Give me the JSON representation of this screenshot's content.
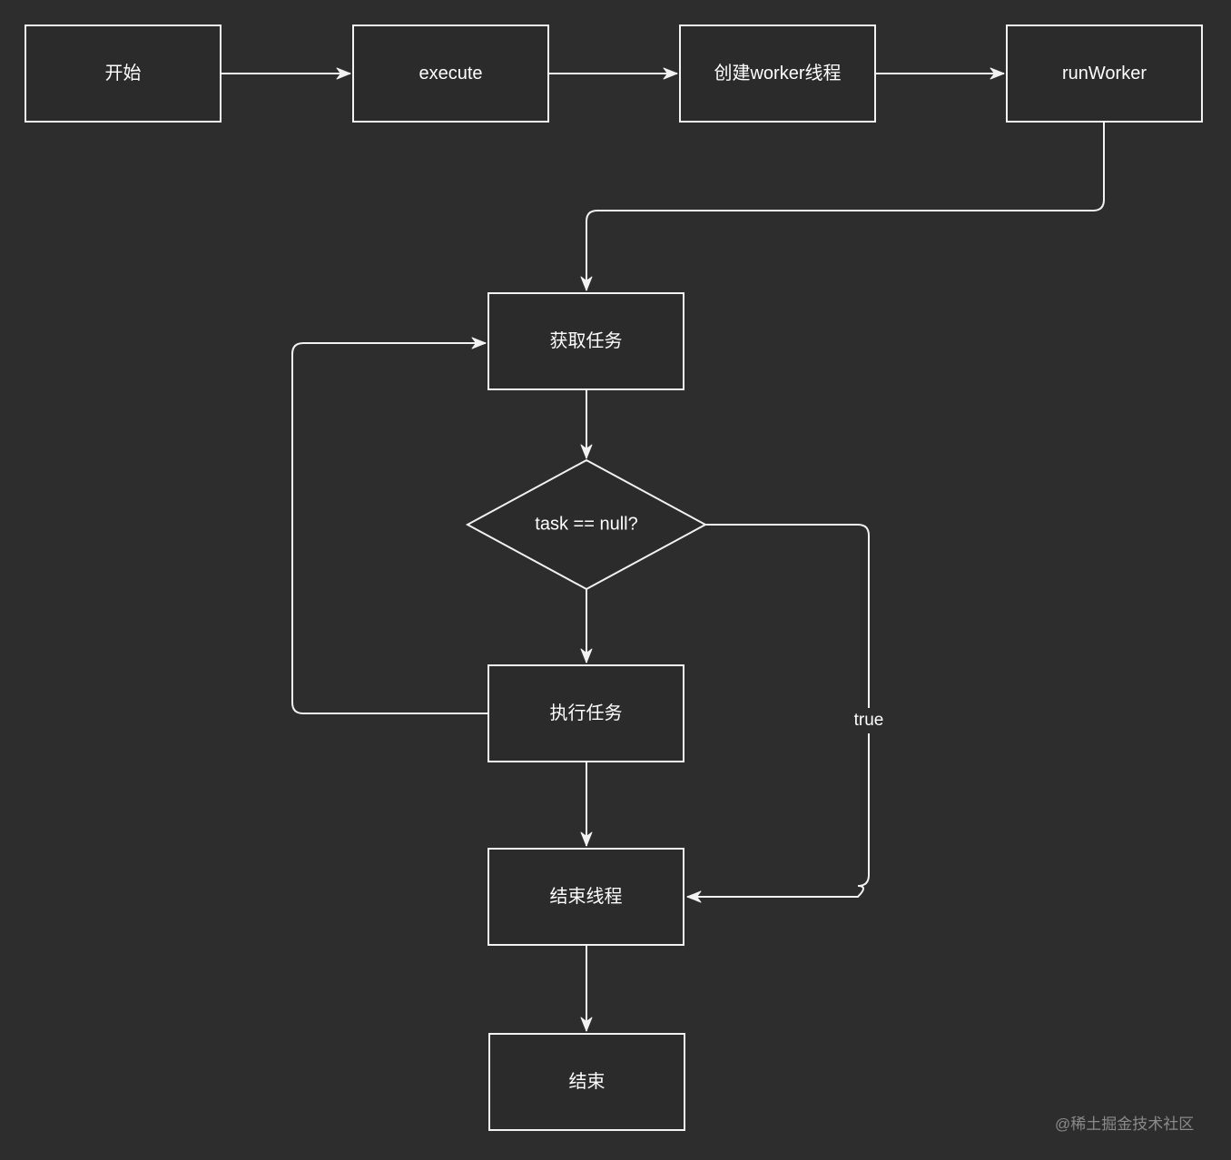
{
  "diagram": {
    "title": "worker thread execution flowchart",
    "nodes": {
      "start": {
        "label": "开始",
        "type": "process"
      },
      "execute": {
        "label": "execute",
        "type": "process"
      },
      "create_worker": {
        "label": "创建worker线程",
        "type": "process"
      },
      "run_worker": {
        "label": "runWorker",
        "type": "process"
      },
      "get_task": {
        "label": "获取任务",
        "type": "process"
      },
      "task_check": {
        "label": "task == null?",
        "type": "decision"
      },
      "run_task": {
        "label": "执行任务",
        "type": "process"
      },
      "end_thread": {
        "label": "结束线程",
        "type": "process"
      },
      "end": {
        "label": "结束",
        "type": "process"
      }
    },
    "edges": [
      {
        "from": "start",
        "to": "execute"
      },
      {
        "from": "execute",
        "to": "create_worker"
      },
      {
        "from": "create_worker",
        "to": "run_worker"
      },
      {
        "from": "run_worker",
        "to": "get_task"
      },
      {
        "from": "get_task",
        "to": "task_check"
      },
      {
        "from": "task_check",
        "to": "run_task"
      },
      {
        "from": "run_task",
        "to": "get_task",
        "label": ""
      },
      {
        "from": "task_check",
        "to": "end_thread",
        "label": "true"
      },
      {
        "from": "run_task",
        "to": "end_thread"
      },
      {
        "from": "end_thread",
        "to": "end"
      }
    ],
    "edge_labels": {
      "true_branch": "true"
    }
  },
  "watermark": {
    "text": "@稀土掘金技术社区"
  },
  "colors": {
    "background": "#2d2d2d",
    "node_fill": "#2b2b2b",
    "stroke": "#f2f2f2",
    "text": "#ffffff",
    "watermark": "#8a8a8a"
  }
}
